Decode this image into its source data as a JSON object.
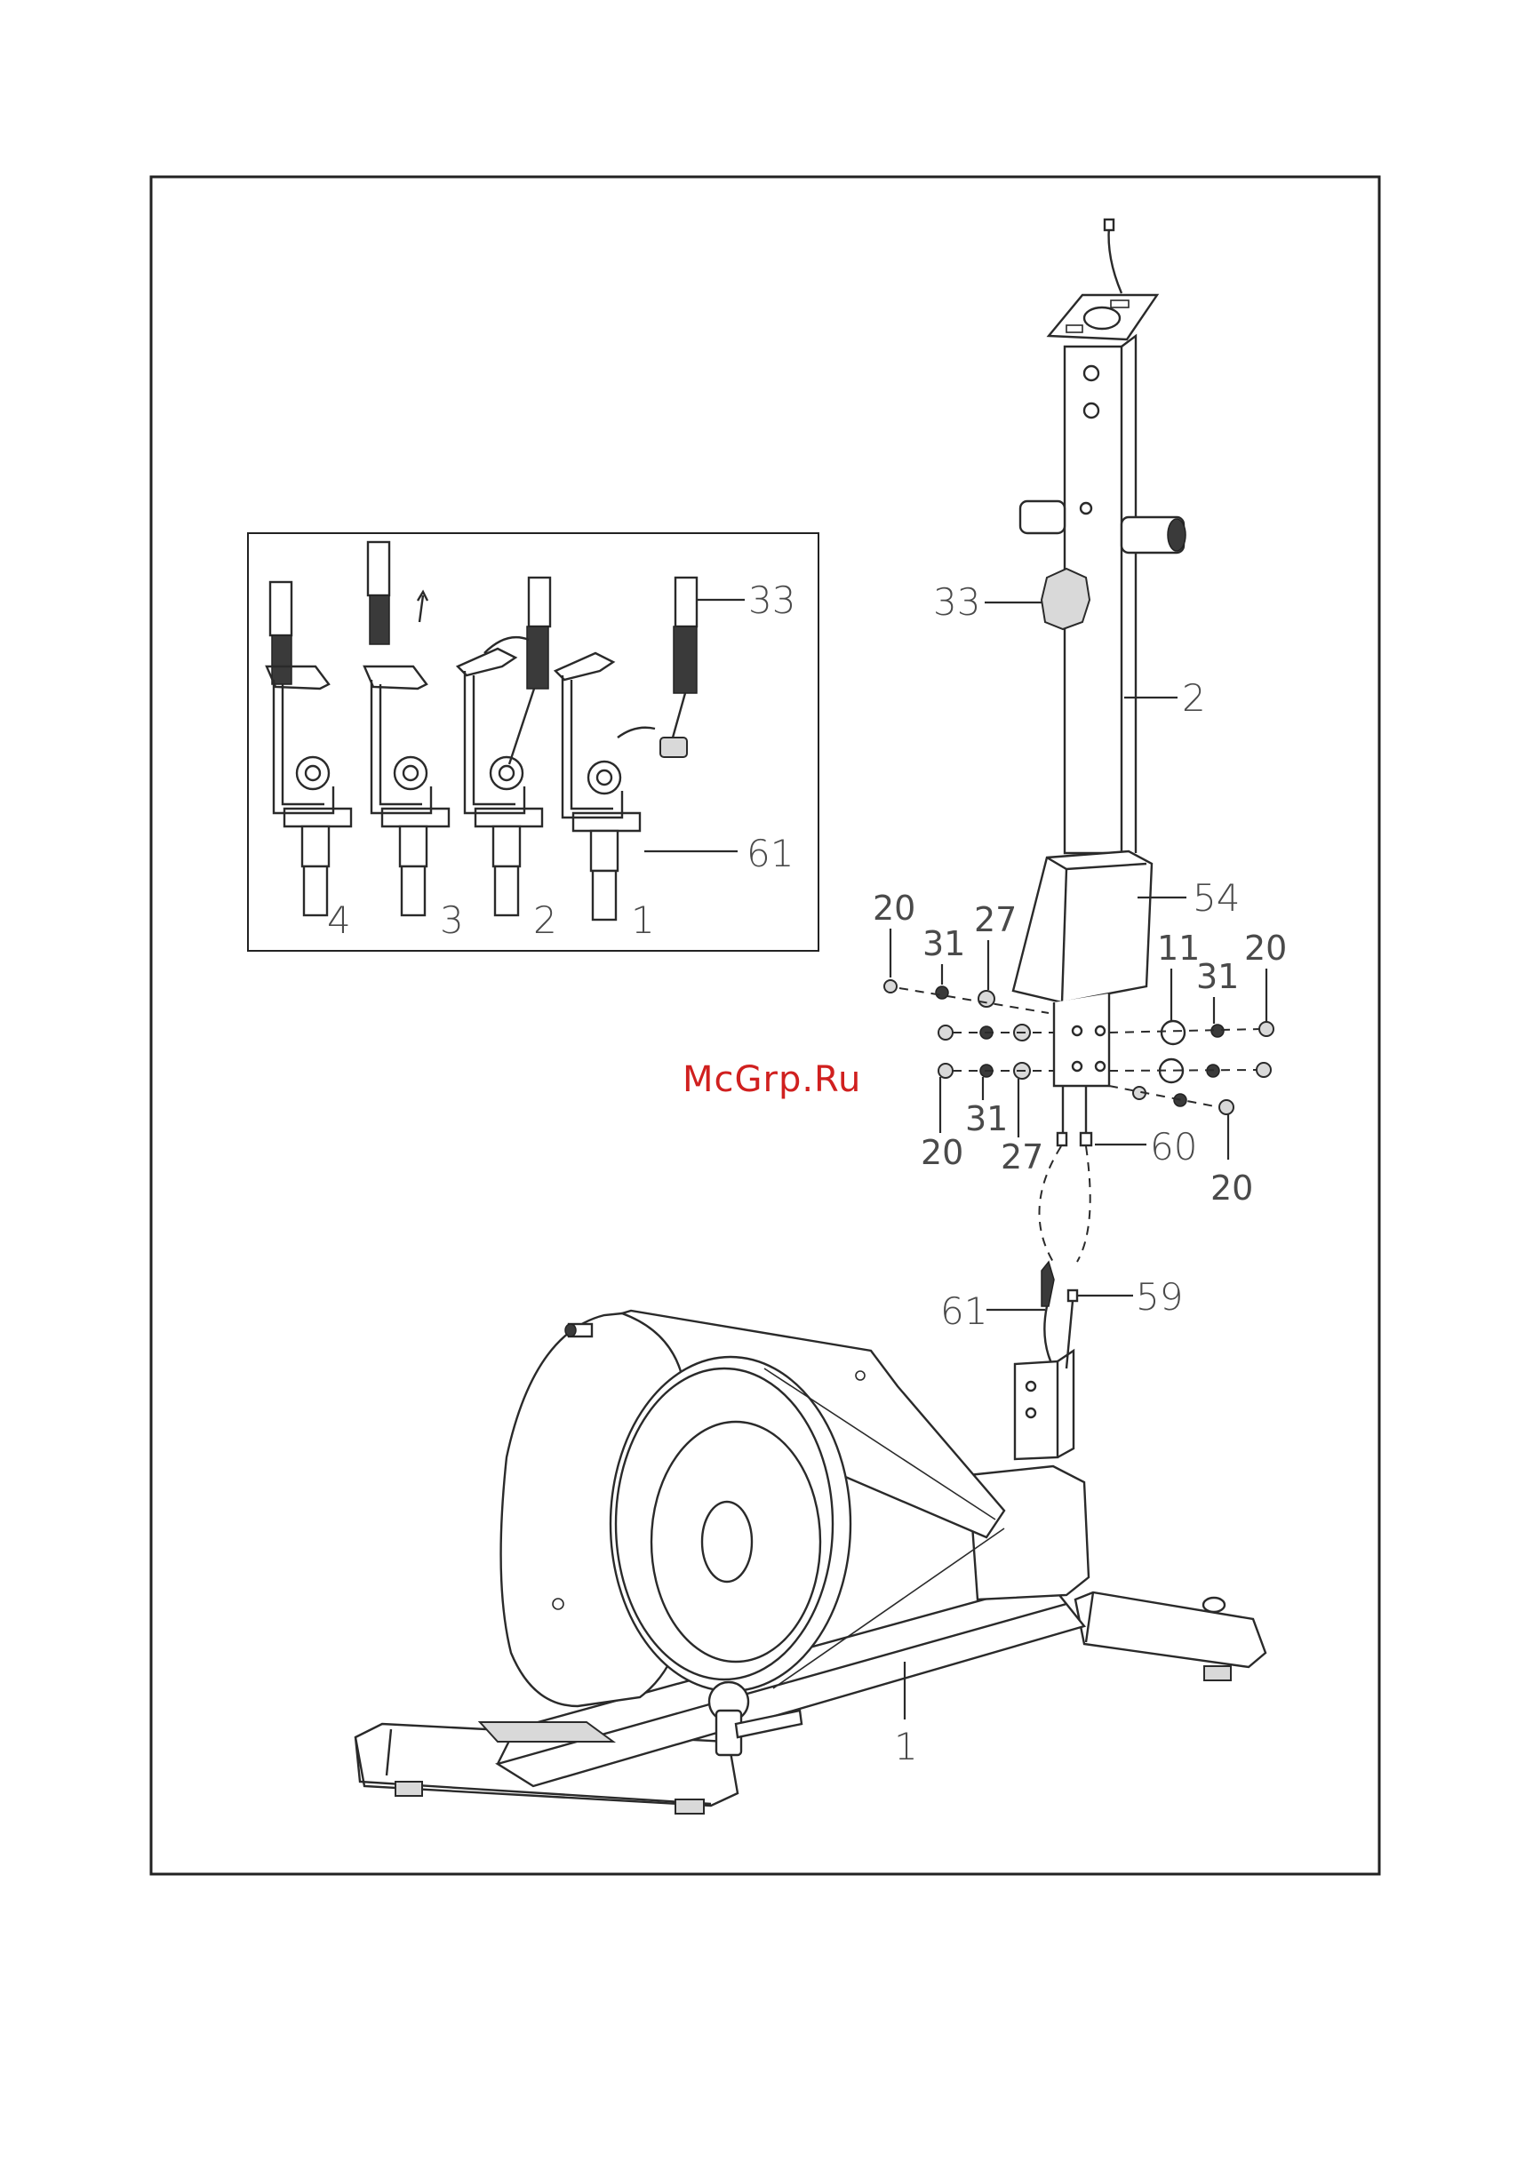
{
  "watermark": "McGrp.Ru",
  "callouts": {
    "inset_33": "33",
    "inset_61": "61",
    "step_4": "4",
    "step_3": "3",
    "step_2": "2",
    "step_1": "1",
    "knob_33": "33",
    "post_2": "2",
    "cover_54": "54",
    "bolt_20_top_left": "20",
    "washer_31_top_left": "31",
    "washer_27_top_left": "27",
    "washer_11_right": "11",
    "washer_31_right": "31",
    "bolt_20_right": "20",
    "bolt_20_bottom_left": "20",
    "washer_31_bottom_left": "31",
    "washer_27_bottom_left": "27",
    "cable_60": "60",
    "bolt_20_bottom_right": "20",
    "cable_61": "61",
    "cable_59": "59",
    "frame_1": "1"
  }
}
